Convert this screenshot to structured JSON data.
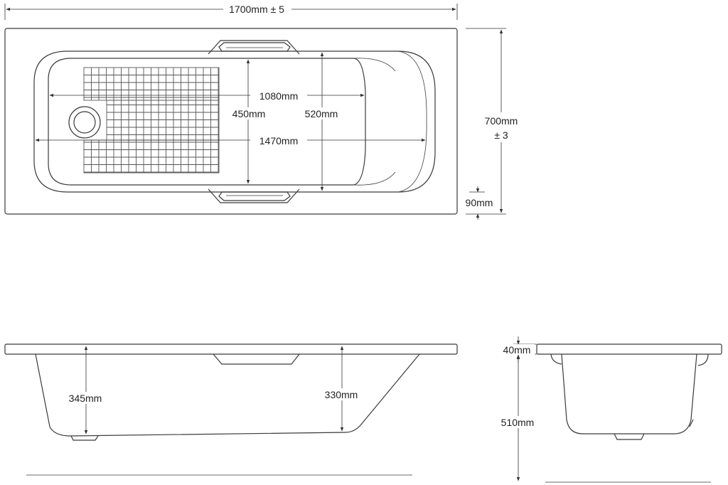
{
  "labels": {
    "overall_length": "1700mm ± 5",
    "overall_width_line1": "700mm",
    "overall_width_line2": "± 3",
    "rim_90": "90mm",
    "inner_1080": "1080mm",
    "inner_1470": "1470mm",
    "inner_450": "450mm",
    "inner_520": "520mm",
    "side_345": "345mm",
    "side_330": "330mm",
    "end_40": "40mm",
    "end_510": "510mm"
  },
  "colors": {
    "line": "#3a3a3a",
    "background": "#ffffff"
  }
}
